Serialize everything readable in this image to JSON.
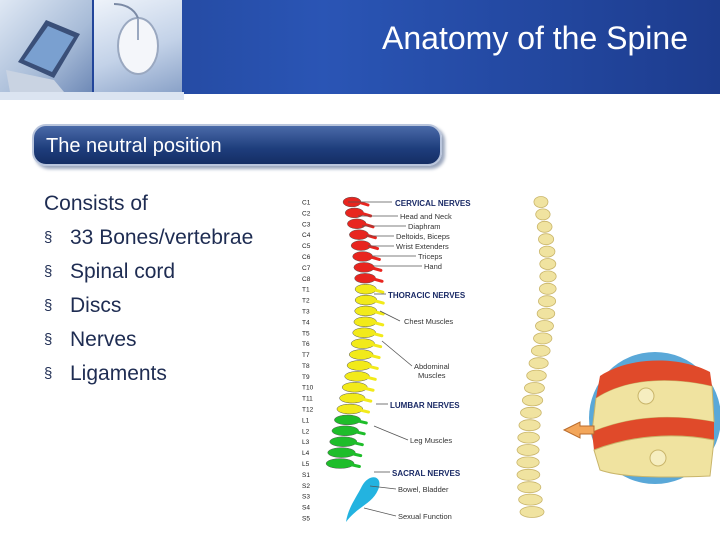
{
  "header": {
    "title": "Anatomy of the Spine"
  },
  "section": {
    "heading": "The neutral position"
  },
  "content": {
    "intro": "Consists of",
    "bullet_char": "§",
    "bullets": [
      "33 Bones/vertebrae",
      "Spinal cord",
      "Discs",
      "Nerves",
      "Ligaments"
    ]
  },
  "figure": {
    "vertebra_labels": [
      "C1",
      "C2",
      "C3",
      "C4",
      "C5",
      "C6",
      "C7",
      "C8",
      "T1",
      "T2",
      "T3",
      "T4",
      "T5",
      "T6",
      "T7",
      "T8",
      "T9",
      "T10",
      "T11",
      "T12",
      "L1",
      "L2",
      "L3",
      "L4",
      "L5",
      "S1",
      "S2",
      "S3",
      "S4",
      "S5"
    ],
    "nerve_groups": {
      "cervical": "CERVICAL NERVES",
      "thoracic": "THORACIC NERVES",
      "lumbar": "LUMBAR NERVES",
      "sacral": "SACRAL NERVES"
    },
    "function_labels": {
      "head_neck": "Head and Neck",
      "diaphragm": "Diaphram",
      "deltoids": "Deltoids, Biceps",
      "wrist": "Wrist Extenders",
      "triceps": "Triceps",
      "hand": "Hand",
      "chest": "Chest Muscles",
      "abdominal_1": "Abdominal",
      "abdominal_2": "Muscles",
      "leg": "Leg Muscles",
      "bowel": "Bowel, Bladder",
      "sexual": "Sexual Function"
    },
    "colors": {
      "cervical": "#e8251f",
      "thoracic": "#f2ea1a",
      "lumbar": "#1ebd2a",
      "sacral": "#23b3e0",
      "bone": "#f0e3a0",
      "disc": "#e04a2a"
    }
  }
}
